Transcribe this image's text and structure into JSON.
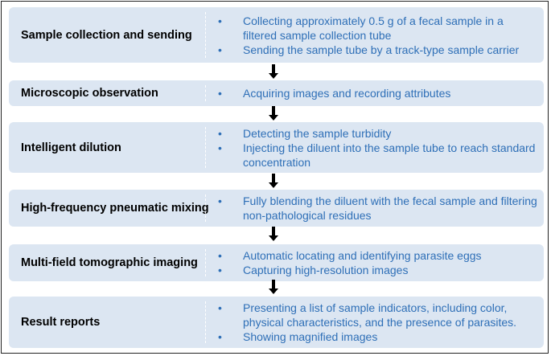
{
  "steps": [
    {
      "title": "Sample collection and sending",
      "bullets": [
        "Collecting approximately 0.5 g of a fecal sample in a filtered sample collection tube",
        "Sending the sample tube by a track-type sample carrier"
      ]
    },
    {
      "title": "Microscopic observation",
      "bullets": [
        "Acquiring images and recording attributes"
      ]
    },
    {
      "title": "Intelligent dilution",
      "bullets": [
        "Detecting the sample turbidity",
        "Injecting the diluent into the sample tube to reach standard concentration"
      ]
    },
    {
      "title": "High-frequency pneumatic mixing",
      "bullets": [
        "Fully blending the diluent with the fecal sample and filtering non-pathological residues"
      ]
    },
    {
      "title": "Multi-field tomographic imaging",
      "bullets": [
        "Automatic locating and identifying parasite eggs",
        "Capturing high-resolution images"
      ]
    },
    {
      "title": "Result reports",
      "bullets": [
        "Presenting a list of sample indicators, including color, physical characteristics, and the presence of parasites.",
        "Showing magnified images"
      ]
    }
  ],
  "bullet_symbol": "•",
  "colors": {
    "box_fill": "#dce6f2",
    "bullet_text": "#2e6fb7",
    "title_text": "#000000",
    "arrow": "#000000"
  },
  "icons": {
    "connector": "down-arrow-icon"
  }
}
